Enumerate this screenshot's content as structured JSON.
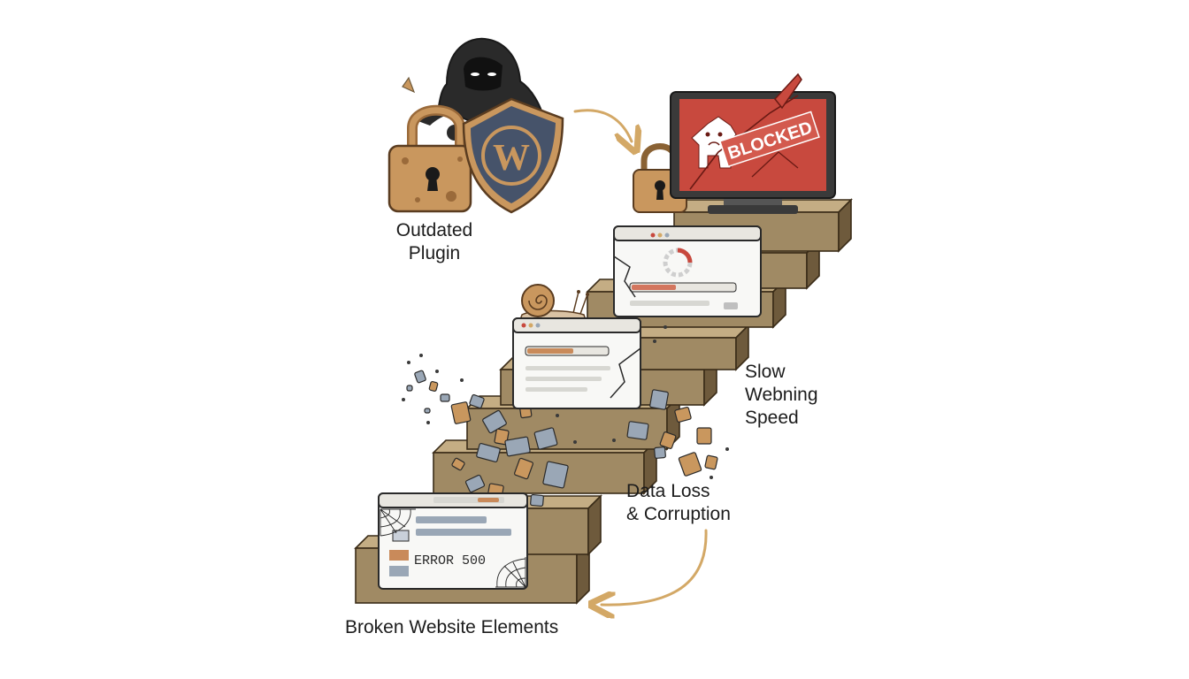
{
  "labels": {
    "outdated_plugin": [
      "Outdated",
      "Plugin"
    ],
    "slow_speed": [
      "Slow",
      "Webning",
      "Speed"
    ],
    "data_loss": [
      "Data Loss",
      "& Corruption"
    ],
    "broken_elements": "Broken Website Elements"
  },
  "monitor": {
    "banner_text": "BLOCKED"
  },
  "error_window": {
    "error_text": "ERROR 500"
  },
  "icons": {
    "hacker": "hooded-hacker-icon",
    "shield": "wordpress-shield-icon",
    "padlock_rusty": "rusty-padlock-icon",
    "padlock_small": "padlock-icon",
    "monitor": "blocked-monitor-icon",
    "snail": "snail-icon",
    "web": "spider-web-icon"
  },
  "colors": {
    "wood": "#a08a64",
    "wood_dark": "#6e5a3c",
    "accent_arrow": "#d3a866",
    "monitor_red": "#c8493e",
    "rust": "#c9975e",
    "shield_blue": "#46536a",
    "ink": "#1c1c1c"
  }
}
